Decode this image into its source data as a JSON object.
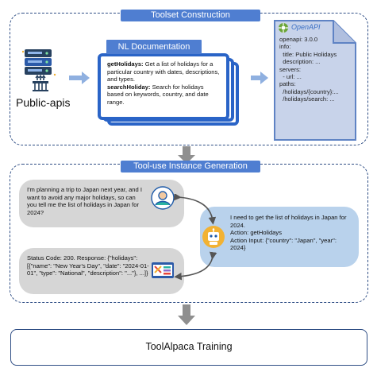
{
  "toolset": {
    "title": "Toolset Construction",
    "source_label": "Public-apis",
    "nl_doc_title": "NL Documentation",
    "nl_doc": {
      "item1_name": "getHolidays:",
      "item1_desc": " Get a list of holidays for a particular country with dates, descriptions, and types.",
      "item2_name": "searchHoliday:",
      "item2_desc": " Search for holidays based on keywords, country, and date range."
    },
    "openapi_label": "OpenAPI",
    "openapi_spec": "openapi: 3.0.0\ninfo:\n  title: Public Holidays\n  description: ...\nservers:\n  - url: ...\npaths:\n  /holidays/{country}:...\n  /holidays/search: ..."
  },
  "generation": {
    "title": "Tool-use Instance Generation",
    "user_message": "I'm planning a trip to Japan next year, and I want to avoid any major holidays, so can you tell me the list of holidays in Japan for 2024?",
    "assistant_message": "I need to get the list of holidays in Japan for 2024.\nAction: getHolidays\nAction Input: {\"country\": \"Japan\", \"year\": 2024}",
    "tool_response": "Status Code: 200. Response: {\"holidays\": [{\"name\": \"New Year's Day\", \"date\": \"2024-01-01\", \"type\": \"National\", \"description\": \"...\"}, ...]}"
  },
  "training": {
    "title": "ToolAlpaca Training"
  },
  "colors": {
    "accent": "#4f7ed1",
    "border": "#2f4e85",
    "doc_blue": "#2a64c7",
    "openapi_fill": "#c8d3ea",
    "gray_bubble": "#d6d6d6",
    "blue_bubble": "#b9d2ec",
    "arrow_blue": "#8fb0e0",
    "arrow_gray": "#8f8f8f"
  },
  "icons": [
    "server-icon",
    "hierarchy-icon",
    "document-icon",
    "user-avatar-icon",
    "robot-icon",
    "toolbox-icon"
  ]
}
